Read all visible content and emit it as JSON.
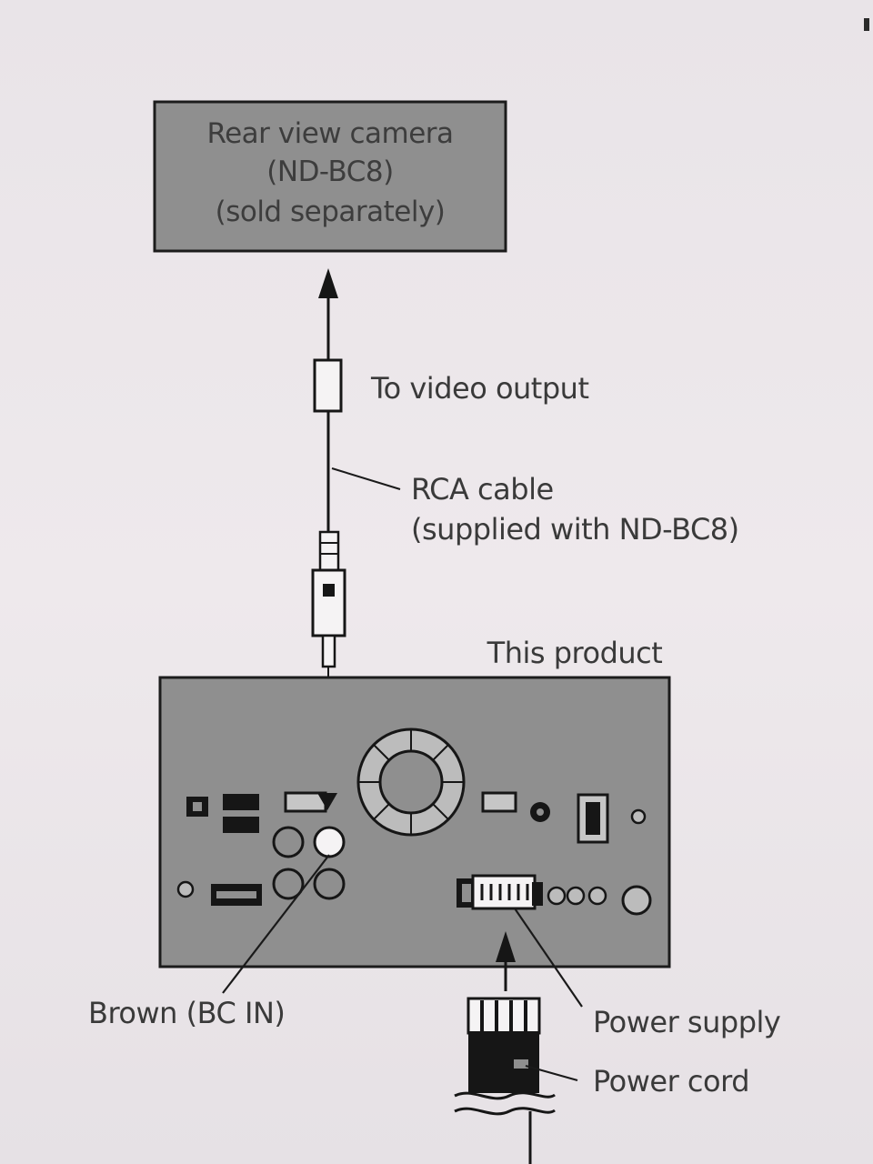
{
  "camera": {
    "line1": "Rear view camera",
    "line2": "(ND-BC8)",
    "line3": "(sold separately)"
  },
  "labels": {
    "video_output": "To video output",
    "rca_line1": "RCA cable",
    "rca_line2": "(supplied with ND-BC8)",
    "this_product": "This product",
    "brown": "Brown (BC IN)",
    "power_supply": "Power supply",
    "power_cord": "Power cord"
  },
  "colors": {
    "box_fill": "#8f8f8f",
    "line": "#161616",
    "background": "#ece8ea"
  }
}
